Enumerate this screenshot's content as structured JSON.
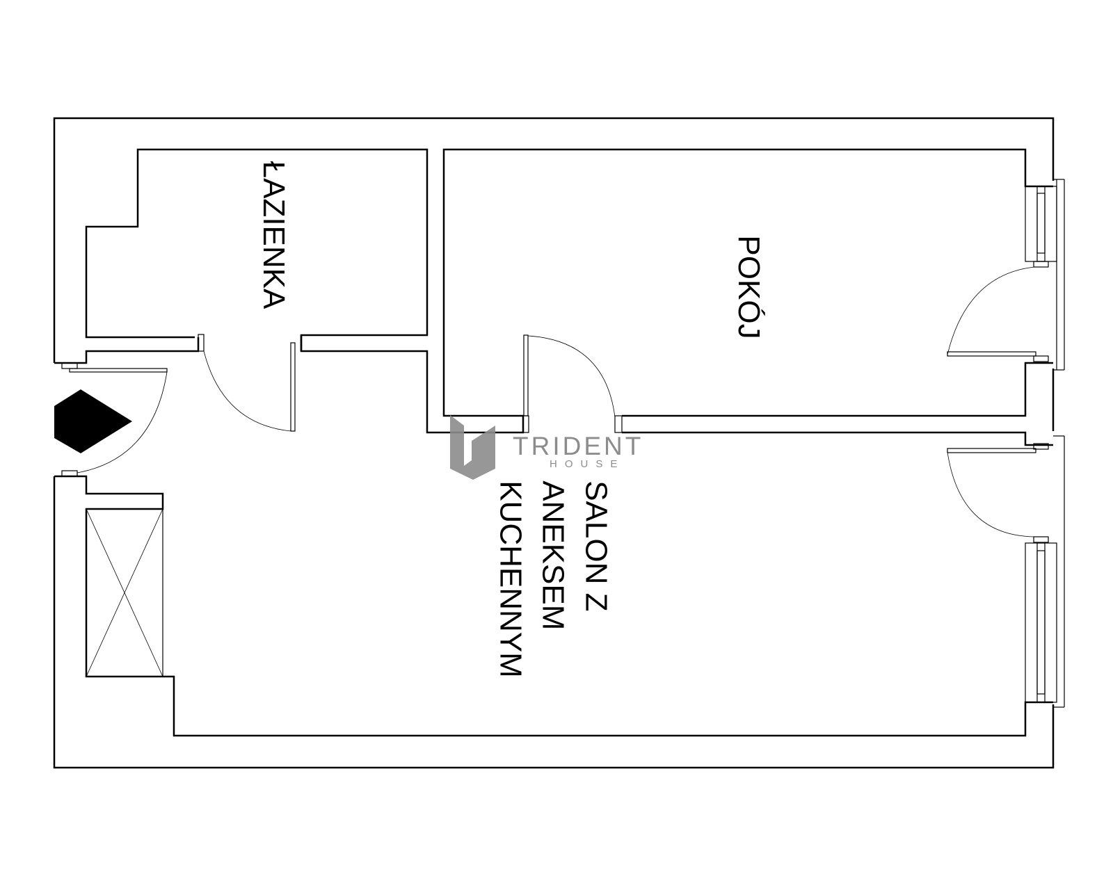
{
  "plan": {
    "rooms": [
      {
        "id": "bathroom",
        "label": "ŁAZIENKA"
      },
      {
        "id": "room",
        "label": "POKÓJ"
      },
      {
        "id": "living",
        "lines": [
          "SALON Z",
          "ANEKSEM",
          "KUCHENNYM"
        ]
      }
    ]
  },
  "watermark": {
    "brand": "TRIDENT",
    "sub": "HOUSE",
    "color": "#8c8c8c"
  },
  "colors": {
    "line": "#000000",
    "background": "#ffffff"
  }
}
